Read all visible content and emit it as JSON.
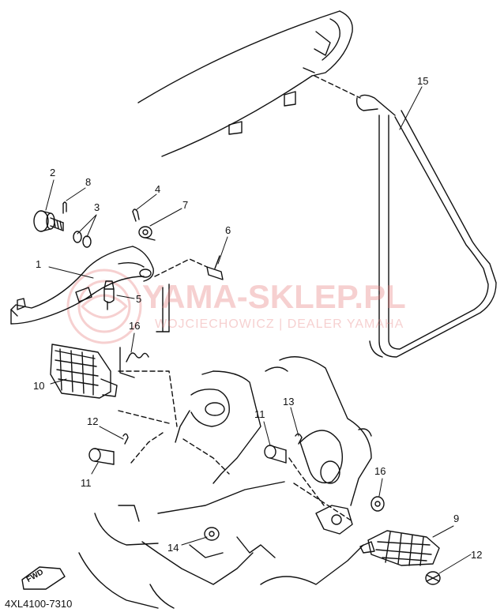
{
  "diagram": {
    "catalog_number": "4XL4100-7310",
    "fwd_label": "FWD",
    "watermark": {
      "main": "YAMA-SKLEP.PL",
      "sub": "WOJCIECHOWICZ | DEALER YAMAHA"
    },
    "callouts": [
      {
        "id": "c1",
        "text": "1"
      },
      {
        "id": "c2",
        "text": "2"
      },
      {
        "id": "c3",
        "text": "3"
      },
      {
        "id": "c4",
        "text": "4"
      },
      {
        "id": "c5",
        "text": "5"
      },
      {
        "id": "c6",
        "text": "6"
      },
      {
        "id": "c7",
        "text": "7"
      },
      {
        "id": "c8",
        "text": "8"
      },
      {
        "id": "c9",
        "text": "9"
      },
      {
        "id": "c10",
        "text": "10"
      },
      {
        "id": "c11a",
        "text": "11"
      },
      {
        "id": "c11b",
        "text": "11"
      },
      {
        "id": "c12a",
        "text": "12"
      },
      {
        "id": "c12b",
        "text": "12"
      },
      {
        "id": "c13",
        "text": "13"
      },
      {
        "id": "c14",
        "text": "14"
      },
      {
        "id": "c15",
        "text": "15"
      },
      {
        "id": "c16a",
        "text": "16"
      },
      {
        "id": "c16b",
        "text": "16"
      }
    ]
  }
}
